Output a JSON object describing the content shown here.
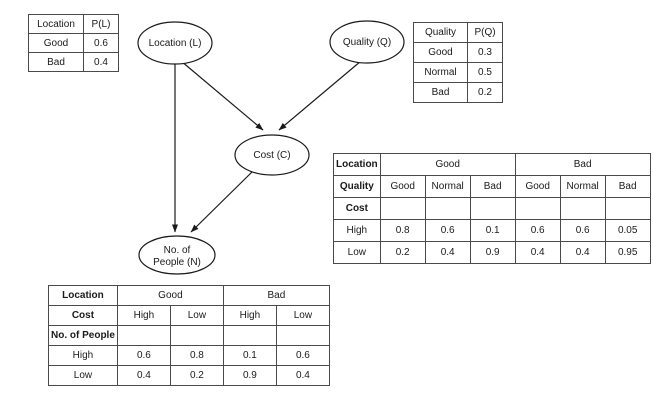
{
  "diagram": {
    "nodes": {
      "location": {
        "label": "Location (L)"
      },
      "quality": {
        "label": "Quality (Q)"
      },
      "cost": {
        "label": "Cost (C)"
      },
      "people": {
        "label_line1": "No. of",
        "label_line2": "People (N)"
      }
    },
    "edges": [
      {
        "from": "Location (L)",
        "to": "Cost (C)"
      },
      {
        "from": "Quality (Q)",
        "to": "Cost (C)"
      },
      {
        "from": "Location (L)",
        "to": "No. of People (N)"
      },
      {
        "from": "Cost (C)",
        "to": "No. of People (N)"
      }
    ]
  },
  "tables": {
    "location_prior": {
      "headers": [
        "Location",
        "P(L)"
      ],
      "rows": [
        [
          "Good",
          "0.6"
        ],
        [
          "Bad",
          "0.4"
        ]
      ]
    },
    "quality_prior": {
      "headers": [
        "Quality",
        "P(Q)"
      ],
      "rows": [
        [
          "Good",
          "0.3"
        ],
        [
          "Normal",
          "0.5"
        ],
        [
          "Bad",
          "0.2"
        ]
      ]
    },
    "cost_cpt": {
      "corner_rows": [
        "Location",
        "Quality",
        "Cost"
      ],
      "group_headers": [
        "Good",
        "Bad"
      ],
      "col_headers": [
        "Good",
        "Normal",
        "Bad",
        "Good",
        "Normal",
        "Bad"
      ],
      "rows": [
        {
          "label": "High",
          "values": [
            "0.8",
            "0.6",
            "0.1",
            "0.6",
            "0.6",
            "0.05"
          ]
        },
        {
          "label": "Low",
          "values": [
            "0.2",
            "0.4",
            "0.9",
            "0.4",
            "0.4",
            "0.95"
          ]
        }
      ]
    },
    "people_cpt": {
      "corner_rows": [
        "Location",
        "Cost",
        "No. of People"
      ],
      "group_headers": [
        "Good",
        "Bad"
      ],
      "col_headers": [
        "High",
        "Low",
        "High",
        "Low"
      ],
      "rows": [
        {
          "label": "High",
          "values": [
            "0.6",
            "0.8",
            "0.1",
            "0.6"
          ]
        },
        {
          "label": "Low",
          "values": [
            "0.4",
            "0.2",
            "0.9",
            "0.4"
          ]
        }
      ]
    }
  },
  "colors": {
    "background": "#ffffff",
    "line": "#1a1a1a",
    "border": "#4a4a4a",
    "text": "#1a1a1a"
  }
}
